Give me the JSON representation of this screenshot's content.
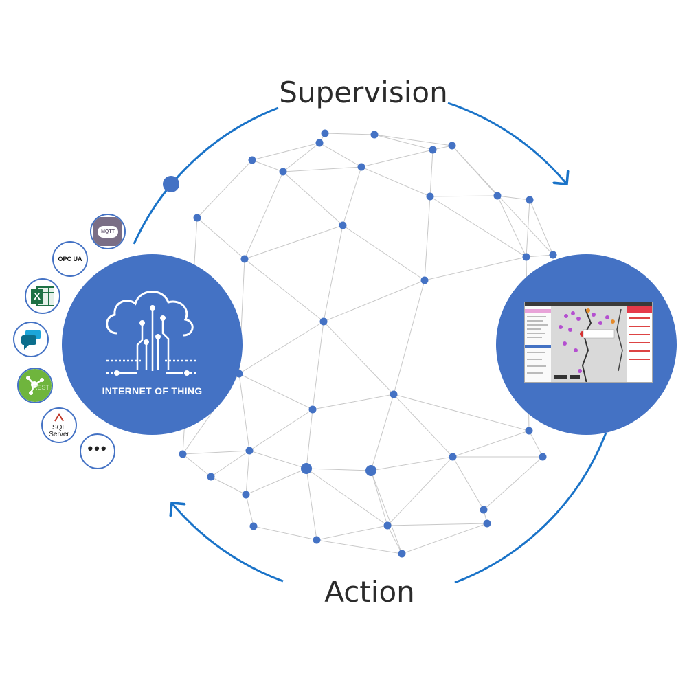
{
  "titles": {
    "top": "Supervision",
    "bottom": "Action"
  },
  "iot": {
    "label": "INTERNET OF THING"
  },
  "sources": [
    {
      "icon": "mqtt-icon",
      "text": "MQTT"
    },
    {
      "icon": "opc-ua-icon",
      "text": "OPC UA"
    },
    {
      "icon": "excel-icon",
      "text": "X"
    },
    {
      "icon": "messaging-icon",
      "text": ""
    },
    {
      "icon": "rest-icon",
      "text": "REST"
    },
    {
      "icon": "sql-server-icon",
      "text": "SQL Server"
    },
    {
      "icon": "more-icon",
      "text": "•••"
    }
  ],
  "colors": {
    "primary": "#4472c4",
    "arrow": "#1a73c8",
    "edge": "#c8c8c8"
  }
}
